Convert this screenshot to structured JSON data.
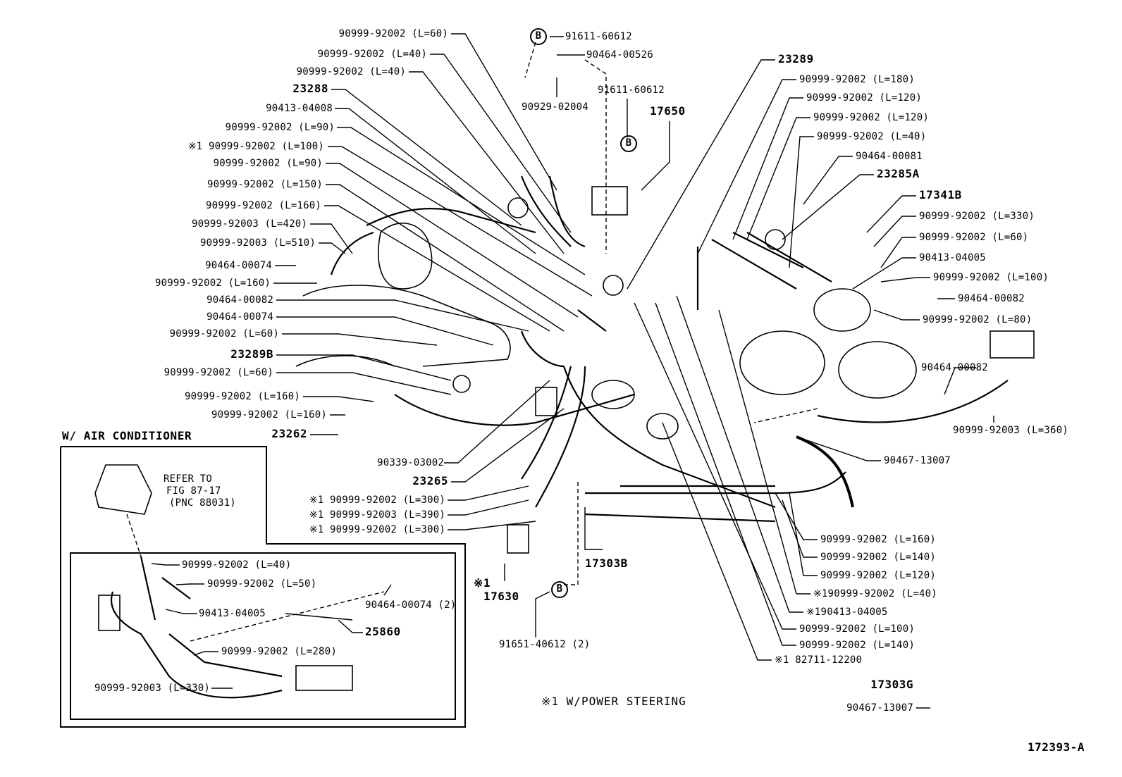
{
  "diagram": {
    "figure_code": "172393-A",
    "inset_title": "W/ AIR CONDITIONER",
    "refer": {
      "line1": "REFER TO",
      "line2": "FIG 87-17",
      "line3": "(PNC 88031)"
    },
    "footnote": "※1  W/POWER STEERING",
    "badge_letter": "B",
    "labels_left": [
      "90999-92002 (L=60)",
      "90999-92002 (L=40)",
      "90999-92002 (L=40)",
      "23288",
      "90413-04008",
      "90999-92002 (L=90)",
      "※1 90999-92002 (L=100)",
      "90999-92002 (L=90)",
      "90999-92002 (L=150)",
      "90999-92002 (L=160)",
      "90999-92003 (L=420)",
      "90999-92003 (L=510)",
      "90464-00074",
      "90999-92002 (L=160)",
      "90464-00082",
      "90464-00074",
      "90999-92002 (L=60)",
      "23289B",
      "90999-92002 (L=60)",
      "90999-92002 (L=160)",
      "90999-92002 (L=160)",
      "23262"
    ],
    "labels_top": [
      "91611-60612",
      "90464-00526",
      "90929-02004",
      "91611-60612",
      "17650"
    ],
    "labels_right": [
      "23289",
      "90999-92002 (L=180)",
      "90999-92002 (L=120)",
      "90999-92002 (L=120)",
      "90999-92002 (L=40)",
      "90464-00081",
      "23285A",
      "17341B",
      "90999-92002 (L=330)",
      "90999-92002 (L=60)",
      "90413-04005",
      "90999-92002 (L=100)",
      "90464-00082",
      "90999-92002 (L=80)",
      "90464-00082",
      "90999-92003 (L=360)",
      "90467-13007"
    ],
    "labels_bottom_right": [
      "90999-92002 (L=160)",
      "90999-92002 (L=140)",
      "90999-92002 (L=120)",
      "※190999-92002 (L=40)",
      "※190413-04005",
      "90999-92002 (L=100)",
      "90999-92002 (L=140)",
      "※1 82711-12200",
      "17303G",
      "90467-13007"
    ],
    "labels_center": [
      "90339-03002",
      "23265",
      "※1 90999-92002 (L=300)",
      "※1 90999-92003 (L=390)",
      "※1 90999-92002 (L=300)",
      "17303B",
      "※1",
      "17630",
      "91651-40612 (2)"
    ],
    "labels_inset": [
      "90999-92002 (L=40)",
      "90999-92002 (L=50)",
      "90464-00074 (2)",
      "90413-04005",
      "25860",
      "90999-92002 (L=280)",
      "90999-92003 (L=330)"
    ]
  }
}
